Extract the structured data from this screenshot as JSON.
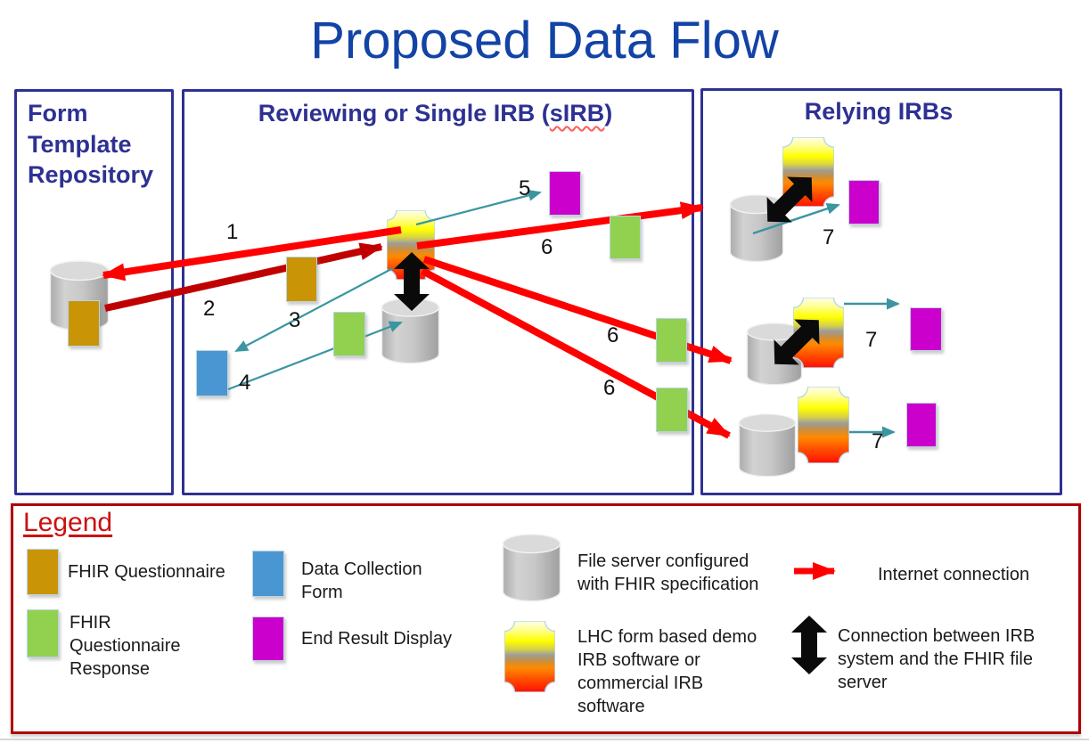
{
  "title": "Proposed Data Flow",
  "boxes": {
    "left": {
      "heading": "Form Template Repository"
    },
    "center": {
      "heading_prefix": "Reviewing or Single IRB (",
      "heading_sirb": "sIRB",
      "heading_suffix": ")"
    },
    "right": {
      "heading": "Relying IRBs"
    }
  },
  "steps": {
    "s1": "1",
    "s2": "2",
    "s3": "3",
    "s4": "4",
    "s5": "5",
    "s6a": "6",
    "s6b": "6",
    "s6c": "6",
    "s7a": "7",
    "s7b": "7",
    "s7c": "7"
  },
  "legend": {
    "heading": "Legend",
    "items": [
      {
        "icon": "gold-rect-icon",
        "label": "FHIR Questionnaire"
      },
      {
        "icon": "green-rect-icon",
        "label": "FHIR Questionnaire Response"
      },
      {
        "icon": "blue-rect-icon",
        "label": "Data Collection Form"
      },
      {
        "icon": "magenta-rect-icon",
        "label": "End Result Display"
      },
      {
        "icon": "file-server-cylinder-icon",
        "label": "File server configured with FHIR specification"
      },
      {
        "icon": "lhc-form-icon",
        "label": "LHC form based demo IRB software or commercial IRB software"
      },
      {
        "icon": "red-arrow-icon",
        "label": "Internet connection"
      },
      {
        "icon": "black-double-arrow-icon",
        "label": "Connection between IRB system and the FHIR file server"
      }
    ]
  },
  "colors": {
    "gold": "#c99406",
    "green": "#92d050",
    "blue": "#4a96d2",
    "magenta": "#cc00cc",
    "bright_red": "#ff0000",
    "dark_red": "#c00000",
    "teal": "#3a96a0",
    "navy_border": "#2e3192",
    "title_blue": "#1243a5",
    "legend_red": "#b00000",
    "cylinder_gray": "#c6c6c6"
  }
}
